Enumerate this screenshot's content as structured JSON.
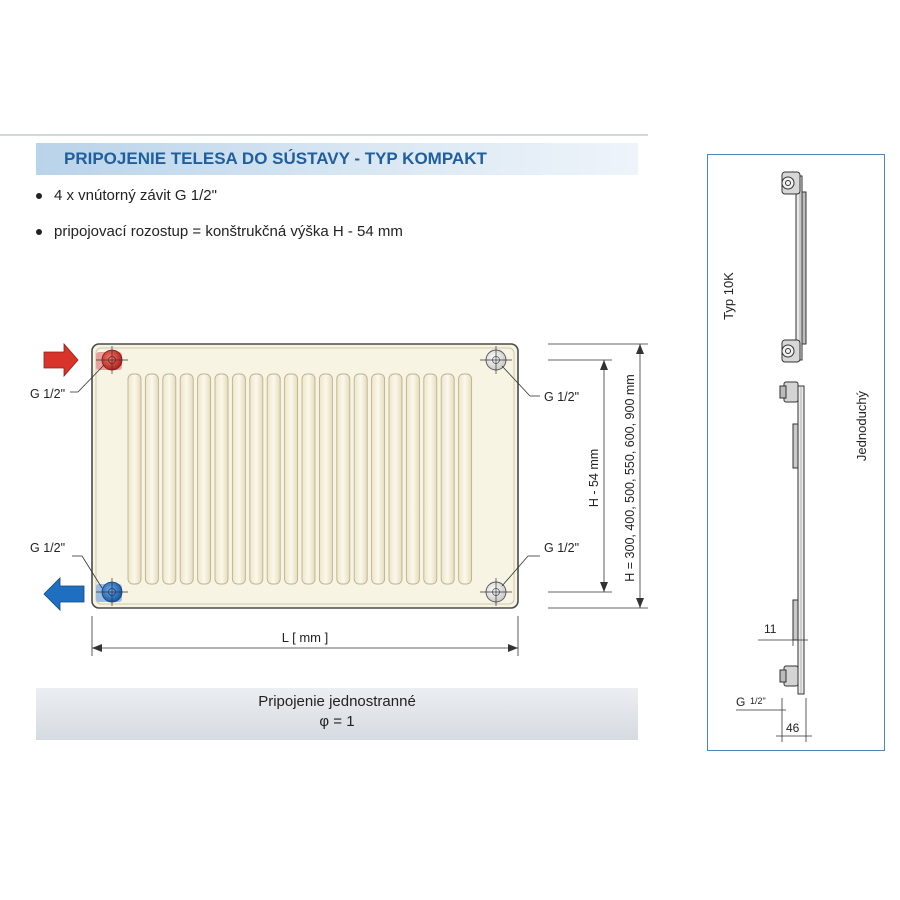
{
  "header": {
    "title": "PRIPOJENIE TELESA DO SÚSTAVY - TYP KOMPAKT"
  },
  "features": [
    "4 x vnútorný závit G 1/2\"",
    "pripojovací rozostup = konštrukčná výška H - 54 mm"
  ],
  "front_view": {
    "thread_labels": {
      "top_left": "G 1/2\"",
      "top_right": "G 1/2\"",
      "bottom_left": "G 1/2\"",
      "bottom_right": "G 1/2\""
    },
    "dim_spacing": "H - 54 mm",
    "dim_height": "H = 300, 400, 500, 550, 600, 900 mm",
    "dim_length": "L [ mm ]",
    "colors": {
      "supply_arrow": "#d9342b",
      "return_arrow": "#1e6fc0",
      "panel_fill": "#f8f4e4",
      "panel_outline": "#4a4a4a"
    }
  },
  "footer": {
    "line1": "Pripojenie jednostranné",
    "line2": "φ = 1"
  },
  "side_view": {
    "type_label": "Typ 10K",
    "name_label": "Jednoduchý",
    "dim_11": "11",
    "dim_46": "46",
    "thread_g": "G",
    "thread_fraction": "1/2\"",
    "frame_color": "#4b86b8"
  }
}
